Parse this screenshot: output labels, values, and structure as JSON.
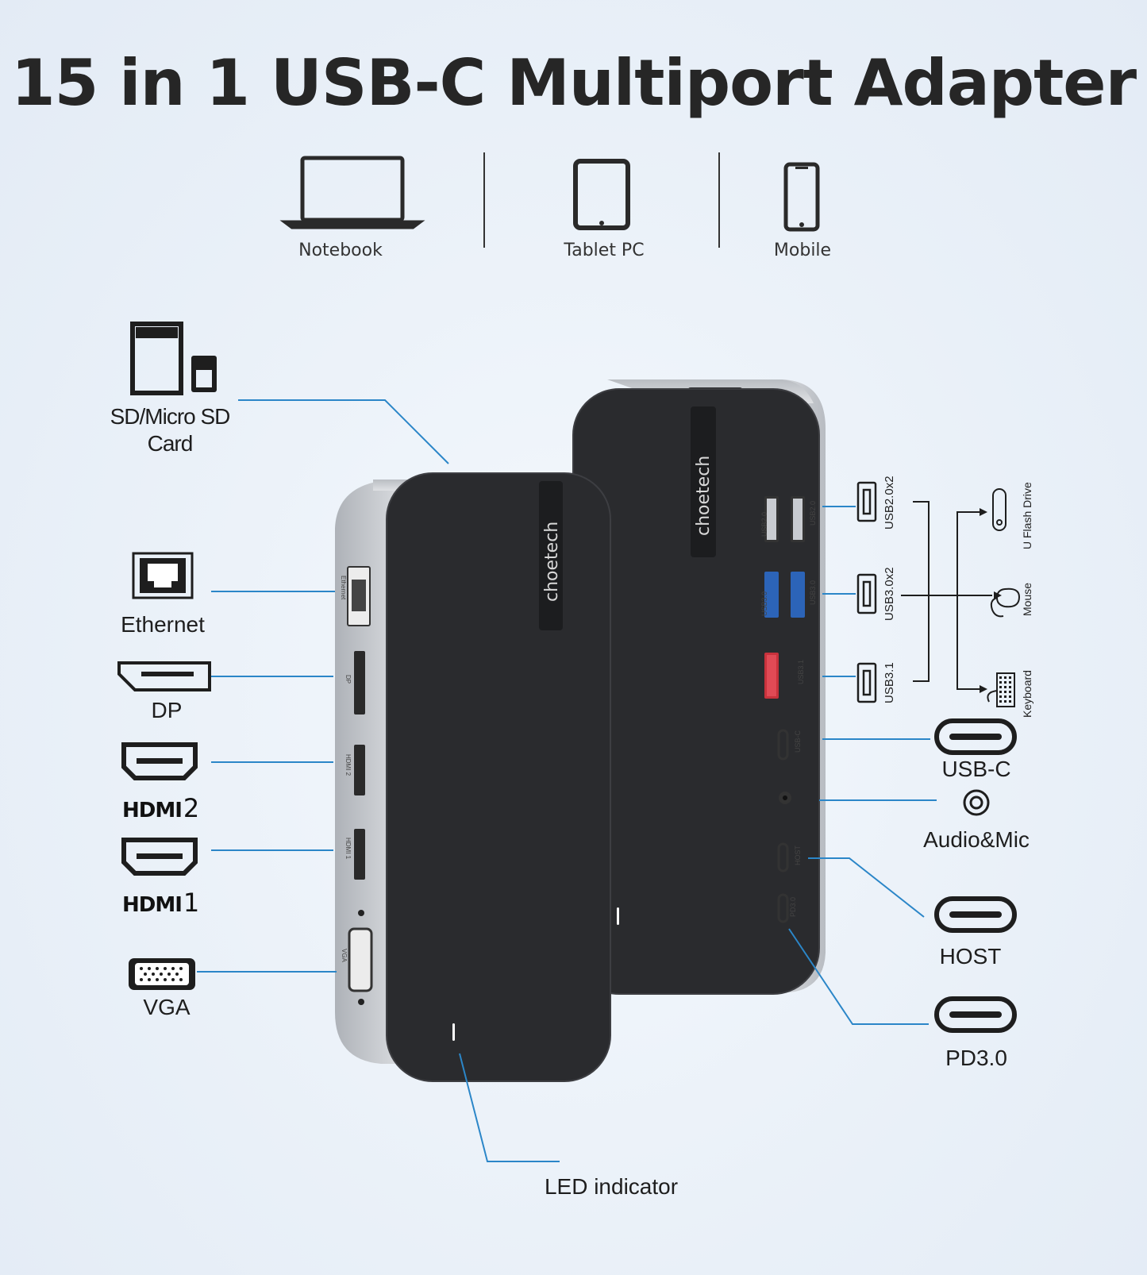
{
  "title": "15 in 1 USB-C Multiport Adapter",
  "devices": [
    {
      "label": "Notebook",
      "icon": "laptop-icon"
    },
    {
      "label": "Tablet PC",
      "icon": "tablet-icon"
    },
    {
      "label": "Mobile",
      "icon": "phone-icon"
    }
  ],
  "left_ports": {
    "sd": "SD/Micro SD\nCard",
    "sd_line1": "SD/Micro SD",
    "sd_line2": "Card",
    "ethernet": "Ethernet",
    "dp": "DP",
    "hdmi_word": "HDMI",
    "hdmi2_num": "2",
    "hdmi1_num": "1",
    "vga": "VGA"
  },
  "right_ports": {
    "usb20": "USB2.0x2",
    "usb30": "USB3.0x2",
    "usb31": "USB3.1",
    "usbc": "USB-C",
    "audio": "Audio&Mic",
    "host": "HOST",
    "pd": "PD3.0"
  },
  "peripherals": [
    "U Flash Drive",
    "Mouse",
    "Keyboard"
  ],
  "led": "LED indicator",
  "brand": "choetech",
  "device_port_labels": {
    "ethernet": "Ethernet",
    "dp": "DP",
    "hdmi2": "HDMI 2",
    "hdmi1": "HDMI 1",
    "vga": "VGA",
    "usb20": "USB2.0",
    "usb30": "USB3.0",
    "usb31": "USB3.1",
    "usbc": "USB-C",
    "host": "HOST",
    "pd": "PD3.0"
  },
  "colors": {
    "line": "#2b86c8",
    "body_dark": "#2a2b2e",
    "aluminum": "#c9ccd1",
    "usb3_blue": "#2c64b8",
    "usb31_red": "#c8323c"
  }
}
